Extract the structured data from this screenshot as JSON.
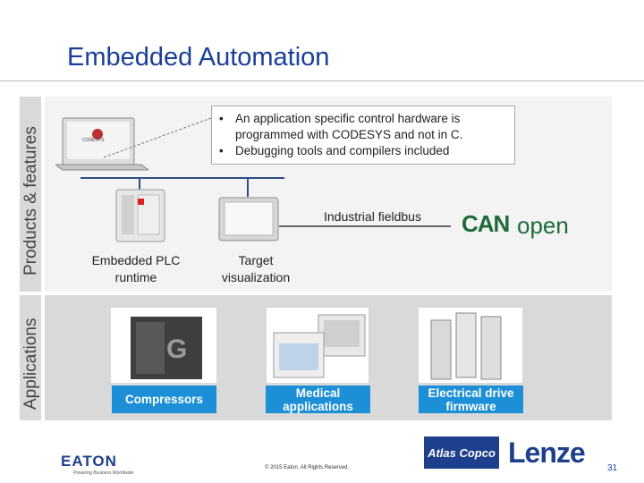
{
  "slide": {
    "title": "Embedded Automation",
    "side_top": "Products & features",
    "side_bottom": "Applications",
    "bullets": [
      "An application specific control hardware is programmed with CODESYS and not in C.",
      "Debugging tools and compilers included"
    ],
    "laptop_screen_text": "CODESYS",
    "plc_label": "Embedded PLC runtime",
    "visu_label": "Target visualization",
    "fieldbus_label": "Industrial fieldbus",
    "canopen_logo": "CANopen",
    "applications": [
      {
        "label": "Compressors"
      },
      {
        "label": "Medical applications"
      },
      {
        "label": "Electrical drive firmware"
      }
    ],
    "footer": {
      "eaton_logo": "EATON",
      "eaton_tagline": "Powering Business Worldwide",
      "copyright": "© 2015 Eaton. All Rights Reserved.",
      "atlas_logo": "Atlas Copco",
      "lenze_logo": "Lenze",
      "page_number": "31"
    }
  },
  "colors": {
    "title": "#1a3f9a",
    "button": "#1d8fd6",
    "lenze": "#1d3f8c",
    "canopen": "#1f6a3a"
  }
}
